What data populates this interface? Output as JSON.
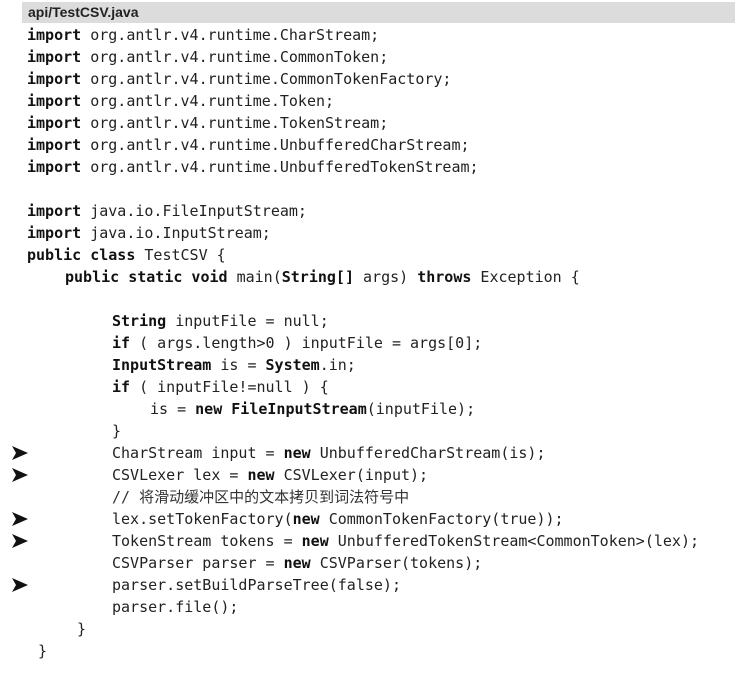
{
  "file_name": "api/TestCSV.java",
  "colors": {
    "header_bg": "#dcdcdc",
    "text": "#222222",
    "marker": "#111111"
  },
  "lines": [
    {
      "indent": 0,
      "marker": false,
      "segments": [
        {
          "t": "import",
          "b": true
        },
        {
          "t": " org.antlr.v4.runtime.CharStream;",
          "b": false
        }
      ]
    },
    {
      "indent": 0,
      "marker": false,
      "segments": [
        {
          "t": "import",
          "b": true
        },
        {
          "t": " org.antlr.v4.runtime.CommonToken;",
          "b": false
        }
      ]
    },
    {
      "indent": 0,
      "marker": false,
      "segments": [
        {
          "t": "import",
          "b": true
        },
        {
          "t": " org.antlr.v4.runtime.CommonTokenFactory;",
          "b": false
        }
      ]
    },
    {
      "indent": 0,
      "marker": false,
      "segments": [
        {
          "t": "import",
          "b": true
        },
        {
          "t": " org.antlr.v4.runtime.Token;",
          "b": false
        }
      ]
    },
    {
      "indent": 0,
      "marker": false,
      "segments": [
        {
          "t": "import",
          "b": true
        },
        {
          "t": " org.antlr.v4.runtime.TokenStream;",
          "b": false
        }
      ]
    },
    {
      "indent": 0,
      "marker": false,
      "segments": [
        {
          "t": "import",
          "b": true
        },
        {
          "t": " org.antlr.v4.runtime.UnbufferedCharStream;",
          "b": false
        }
      ]
    },
    {
      "indent": 0,
      "marker": false,
      "segments": [
        {
          "t": "import",
          "b": true
        },
        {
          "t": " org.antlr.v4.runtime.UnbufferedTokenStream;",
          "b": false
        }
      ]
    },
    {
      "indent": 0,
      "marker": false,
      "segments": []
    },
    {
      "indent": 0,
      "marker": false,
      "segments": [
        {
          "t": "import",
          "b": true
        },
        {
          "t": " java.io.FileInputStream;",
          "b": false
        }
      ]
    },
    {
      "indent": 0,
      "marker": false,
      "segments": [
        {
          "t": "import",
          "b": true
        },
        {
          "t": " java.io.InputStream;",
          "b": false
        }
      ]
    },
    {
      "indent": 0,
      "marker": false,
      "segments": [
        {
          "t": "public class",
          "b": true
        },
        {
          "t": " TestCSV {",
          "b": false
        }
      ]
    },
    {
      "indent": 1,
      "marker": false,
      "segments": [
        {
          "t": "public static void",
          "b": true
        },
        {
          "t": " main(",
          "b": false
        },
        {
          "t": "String[]",
          "b": true
        },
        {
          "t": " args) ",
          "b": false
        },
        {
          "t": "throws",
          "b": true
        },
        {
          "t": " Exception {",
          "b": false
        }
      ]
    },
    {
      "indent": 0,
      "marker": false,
      "segments": []
    },
    {
      "indent": 2,
      "marker": false,
      "segments": [
        {
          "t": "String",
          "b": true
        },
        {
          "t": " inputFile = null;",
          "b": false
        }
      ]
    },
    {
      "indent": 2,
      "marker": false,
      "segments": [
        {
          "t": "if",
          "b": true
        },
        {
          "t": " ( args.length>0 ) inputFile = args[0];",
          "b": false
        }
      ]
    },
    {
      "indent": 2,
      "marker": false,
      "segments": [
        {
          "t": "InputStream",
          "b": true
        },
        {
          "t": " is = ",
          "b": false
        },
        {
          "t": "System",
          "b": true
        },
        {
          "t": ".in;",
          "b": false
        }
      ]
    },
    {
      "indent": 2,
      "marker": false,
      "segments": [
        {
          "t": "if",
          "b": true
        },
        {
          "t": " ( inputFile!=null ) {",
          "b": false
        }
      ]
    },
    {
      "indent": 3,
      "marker": false,
      "segments": [
        {
          "t": "is = ",
          "b": false
        },
        {
          "t": "new FileInputStream",
          "b": true
        },
        {
          "t": "(inputFile);",
          "b": false
        }
      ]
    },
    {
      "indent": 2,
      "marker": false,
      "segments": [
        {
          "t": "}",
          "b": false
        }
      ]
    },
    {
      "indent": 2,
      "marker": true,
      "segments": [
        {
          "t": "CharStream input = ",
          "b": false
        },
        {
          "t": "new",
          "b": true
        },
        {
          "t": " UnbufferedCharStream(is);",
          "b": false
        }
      ]
    },
    {
      "indent": 2,
      "marker": true,
      "segments": [
        {
          "t": "CSVLexer lex = ",
          "b": false
        },
        {
          "t": "new",
          "b": true
        },
        {
          "t": " CSVLexer(input);",
          "b": false
        }
      ]
    },
    {
      "indent": 2,
      "marker": false,
      "segments": [
        {
          "t": "// 将滑动缓冲区中的文本拷贝到词法符号中",
          "b": false,
          "c": true
        }
      ]
    },
    {
      "indent": 2,
      "marker": true,
      "segments": [
        {
          "t": "lex.setTokenFactory(",
          "b": false
        },
        {
          "t": "new",
          "b": true
        },
        {
          "t": " CommonTokenFactory(true));",
          "b": false
        }
      ]
    },
    {
      "indent": 2,
      "marker": true,
      "segments": [
        {
          "t": "TokenStream tokens = ",
          "b": false
        },
        {
          "t": "new",
          "b": true
        },
        {
          "t": " UnbufferedTokenStream<CommonToken>(lex);",
          "b": false
        }
      ]
    },
    {
      "indent": 2,
      "marker": false,
      "segments": [
        {
          "t": "CSVParser parser = ",
          "b": false
        },
        {
          "t": "new",
          "b": true
        },
        {
          "t": " CSVParser(tokens);",
          "b": false
        }
      ]
    },
    {
      "indent": 2,
      "marker": true,
      "segments": [
        {
          "t": "parser.setBuildParseTree(false);",
          "b": false
        }
      ]
    },
    {
      "indent": 2,
      "marker": false,
      "segments": [
        {
          "t": "parser.file();",
          "b": false
        }
      ]
    },
    {
      "indent": 4,
      "marker": false,
      "segments": [
        {
          "t": "}",
          "b": false
        }
      ]
    },
    {
      "indent": 5,
      "marker": false,
      "segments": [
        {
          "t": "}",
          "b": false
        }
      ]
    }
  ]
}
